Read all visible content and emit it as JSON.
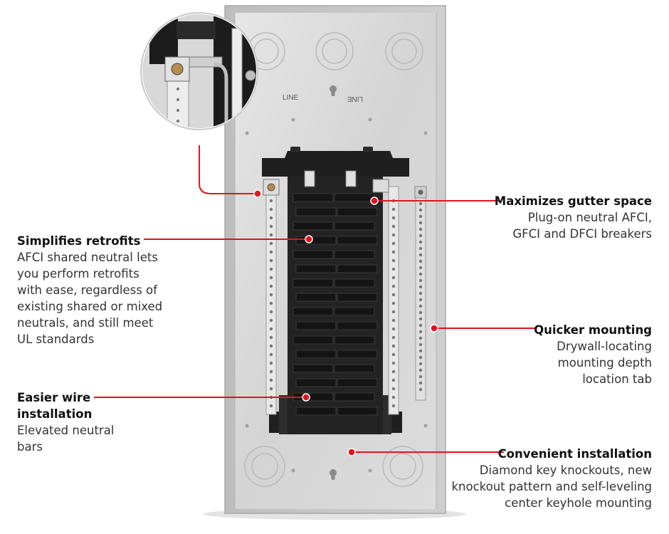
{
  "panel": {
    "line_label_left": "LINE",
    "line_label_right": "LINE"
  },
  "callouts": {
    "retrofit": {
      "title": "Simplifies retrofits",
      "desc": "AFCI shared neutral lets\nyou perform retrofits\nwith ease, regardless of\nexisting shared or mixed\nneutrals, and still meet\nUL standards"
    },
    "wire": {
      "title": "Easier wire\ninstallation",
      "desc": "Elevated neutral\nbars"
    },
    "gutter": {
      "title": "Maximizes gutter space",
      "desc": "Plug-on neutral AFCI,\nGFCI and DFCI breakers"
    },
    "mounting": {
      "title": "Quicker mounting",
      "desc": "Drywall-locating\nmounting depth\nlocation tab"
    },
    "install": {
      "title": "Convenient installation",
      "desc": "Diamond key knockouts, new\nknockout pattern and self-leveling\ncenter keyhole mounting"
    }
  },
  "colors": {
    "accent_red": "#e1141e",
    "panel_metal": "#d9d9d9",
    "breaker_black": "#1c1c1c"
  }
}
